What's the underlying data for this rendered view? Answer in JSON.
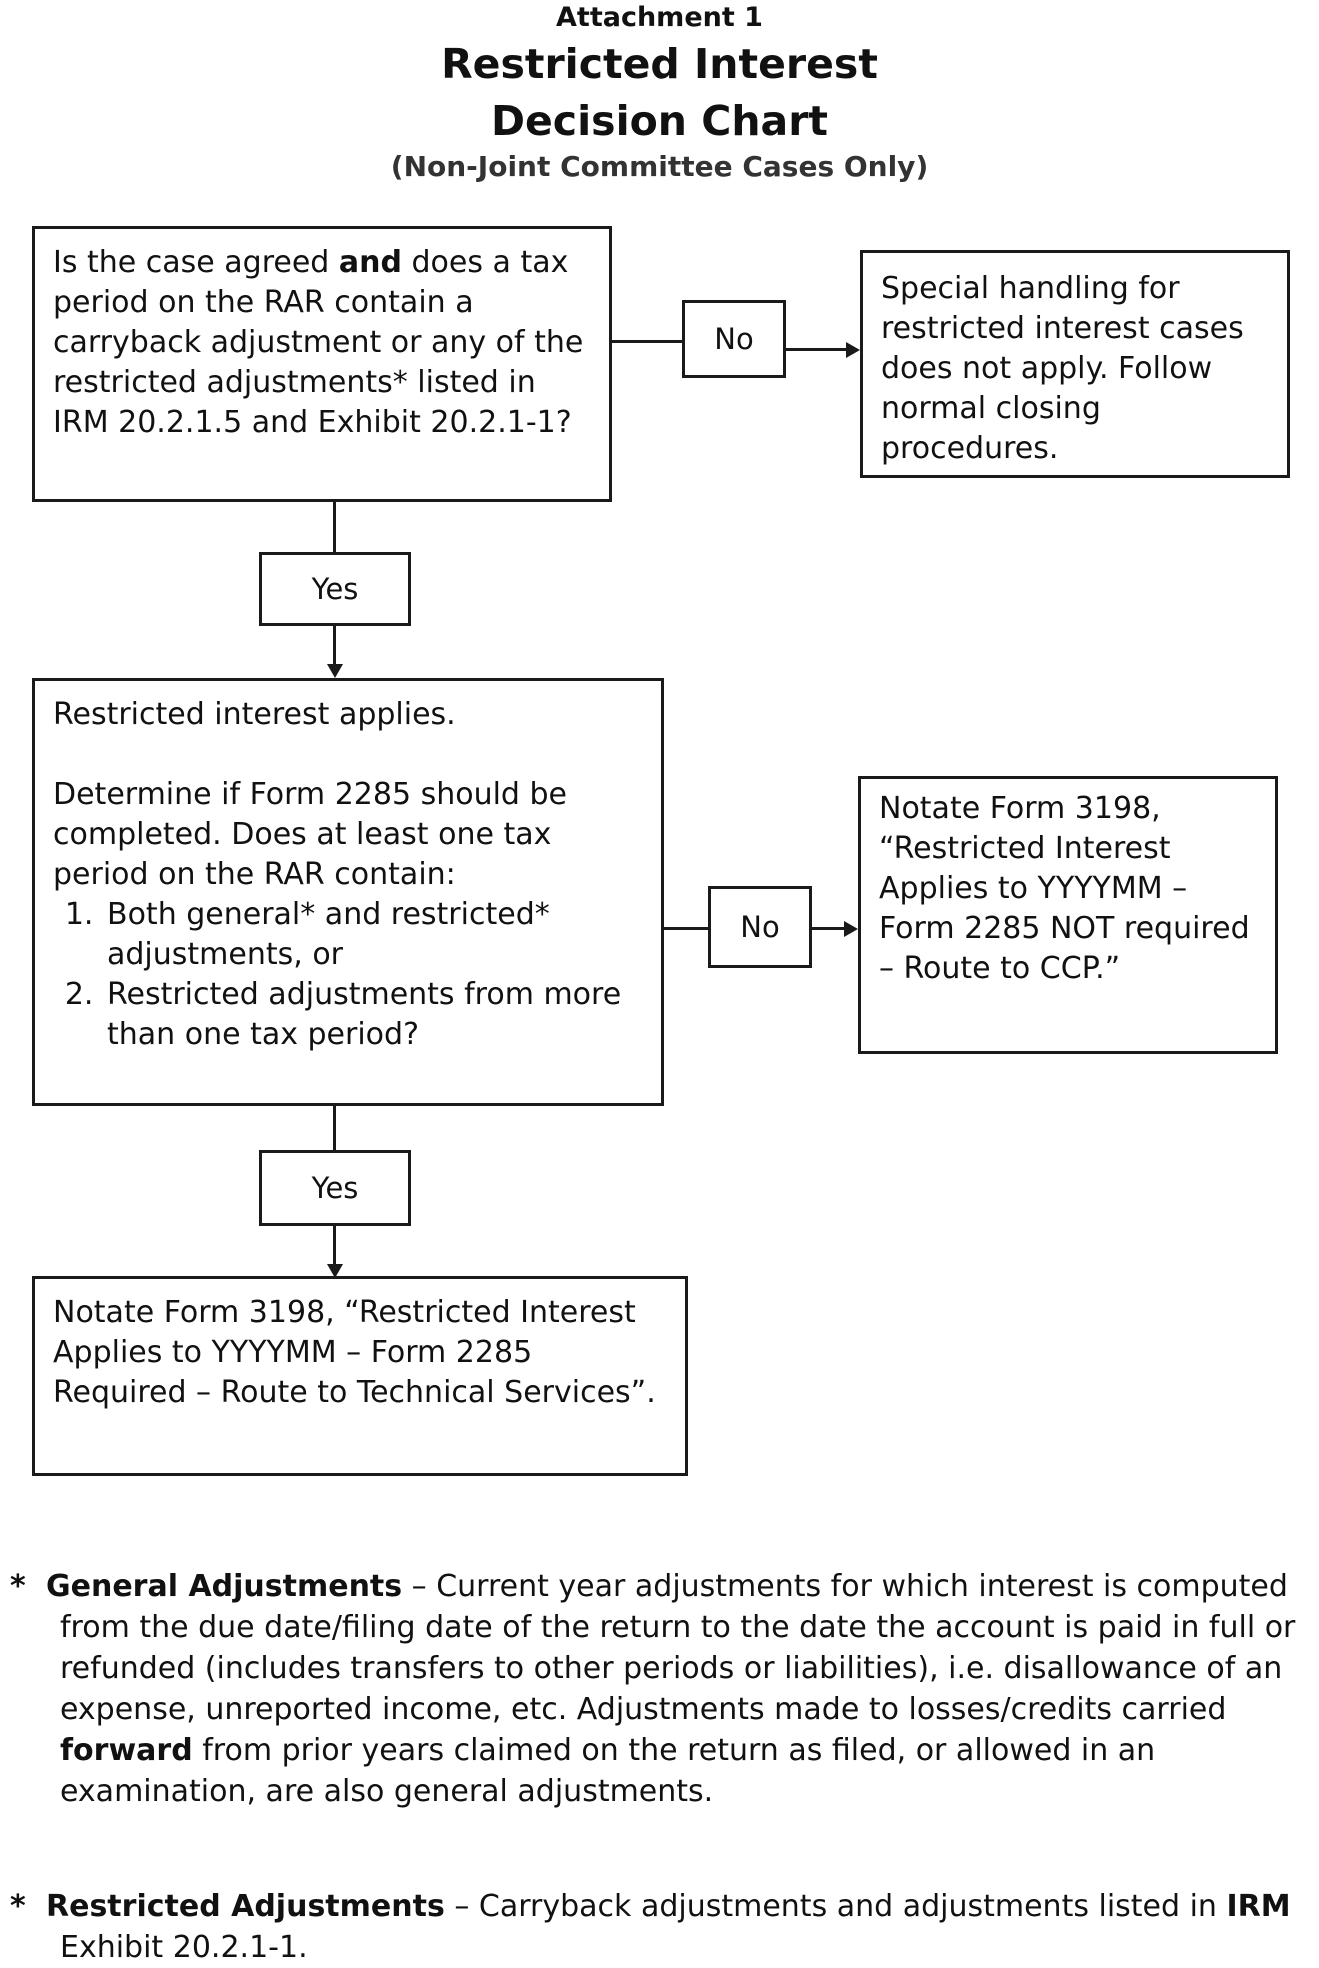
{
  "header": {
    "attachment": "Attachment 1",
    "title_line1": "Restricted Interest",
    "title_line2": "Decision Chart",
    "subtitle": "(Non-Joint Committee Cases Only)"
  },
  "flowchart": {
    "q1": {
      "before": "Is the case agreed ",
      "emph": "and",
      "after": " does a tax period on the RAR contain a carryback adjustment or any of the restricted adjustments* listed in IRM 20.2.1.5 and Exhibit 20.2.1-1?"
    },
    "no1_label": "No",
    "r1": "Special handling for restricted interest cases does not apply. Follow normal closing procedures.",
    "yes1_label": "Yes",
    "q2": {
      "line1": "Restricted interest applies.",
      "line2": "Determine if Form 2285 should be completed. Does at least one tax period on the RAR contain:",
      "items": [
        "Both general* and restricted* adjustments, or",
        "Restricted adjustments from more than one tax period?"
      ]
    },
    "no2_label": "No",
    "r2": "Notate Form 3198, “Restricted Interest Applies to YYYYMM – Form 2285 NOT required – Route to CCP.”",
    "yes2_label": "Yes",
    "r3": "Notate Form 3198, “Restricted Interest Applies to YYYYMM – Form 2285 Required – Route to Technical Services”."
  },
  "notes": {
    "general": {
      "star": "*",
      "term": "General Adjustments",
      "text_a": " – Current year adjustments for which interest is computed from the due date/filing date of the return to the date the account is paid in full or refunded (includes transfers to other periods or liabilities), i.e. disallowance of an expense, unreported income, etc. Adjustments made to losses/credits carried ",
      "emph": "forward",
      "text_b": " from prior years claimed on the return as filed, or allowed in an examination, are also general adjustments."
    },
    "restricted": {
      "star": "*",
      "term": "Restricted Adjustments",
      "text_a": " – Carryback adjustments and adjustments listed in ",
      "emph": "IRM",
      "text_b": " Exhibit 20.2.1-1."
    }
  }
}
